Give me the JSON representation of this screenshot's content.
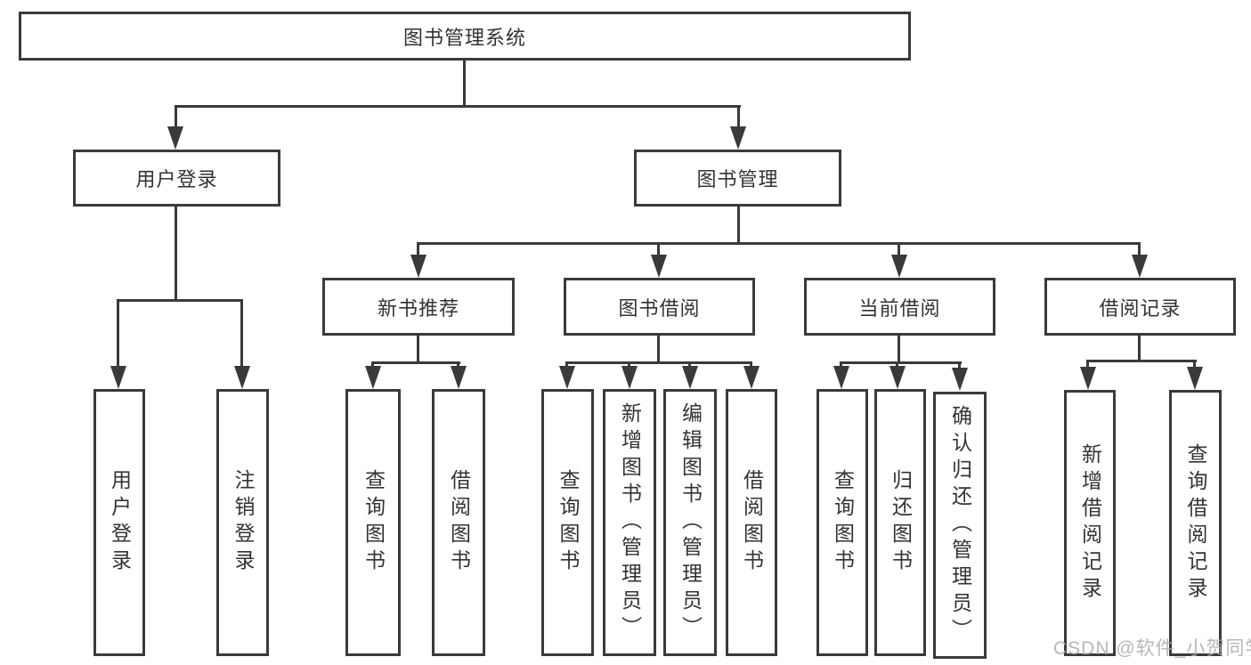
{
  "tree": {
    "root": {
      "label": "图书管理系统"
    },
    "branches": [
      {
        "label": "用户登录",
        "children": [
          {
            "label": "用户登录"
          },
          {
            "label": "注销登录"
          }
        ]
      },
      {
        "label": "图书管理",
        "children": [
          {
            "label": "新书推荐",
            "children": [
              {
                "label": "查询图书"
              },
              {
                "label": "借阅图书"
              }
            ]
          },
          {
            "label": "图书借阅",
            "children": [
              {
                "label": "查询图书"
              },
              {
                "label": "新增图书（管理员）"
              },
              {
                "label": "编辑图书（管理员）"
              },
              {
                "label": "借阅图书"
              }
            ]
          },
          {
            "label": "当前借阅",
            "children": [
              {
                "label": "查询图书"
              },
              {
                "label": "归还图书"
              },
              {
                "label": "确认归还（管理员）"
              }
            ]
          },
          {
            "label": "借阅记录",
            "children": [
              {
                "label": "新增借阅记录"
              },
              {
                "label": "查询借阅记录"
              }
            ]
          }
        ]
      }
    ]
  },
  "watermark": "CSDN @软件_小贺同学",
  "colors": {
    "line": "#3a3a3a",
    "text": "#333333",
    "watermark": "#ababab",
    "background": "#ffffff"
  }
}
